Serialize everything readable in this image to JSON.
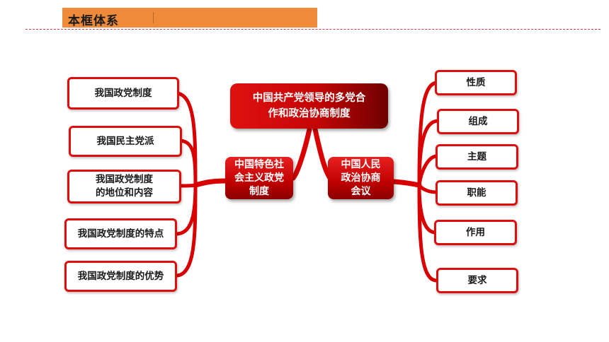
{
  "header": {
    "title": "本框体系",
    "caret": "|"
  },
  "diagram": {
    "root": {
      "line1": "中国共产党领导的多党合",
      "line2": "作和政治协商制度"
    },
    "left_hub": {
      "line1": "中国特色社",
      "line2": "会主义政党",
      "line3": "制度"
    },
    "right_hub": {
      "line1": "中国人民",
      "line2": "政治协商",
      "line3": "会议"
    },
    "left_items": [
      {
        "line1": "我国政党制度",
        "line2": ""
      },
      {
        "line1": "我国民主党派",
        "line2": ""
      },
      {
        "line1": "我国政党制度",
        "line2": "的地位和内容"
      },
      {
        "line1": "我国政党制度的特点",
        "line2": ""
      },
      {
        "line1": "我国政党制度的优势",
        "line2": ""
      }
    ],
    "right_items": [
      {
        "label": "性质"
      },
      {
        "label": "组成"
      },
      {
        "label": "主题"
      },
      {
        "label": "职能"
      },
      {
        "label": "作用"
      },
      {
        "label": "要求"
      }
    ],
    "colors": {
      "accent": "#e00d0d",
      "header": "#ee8a3a",
      "hub_dark": "#8a0000"
    }
  }
}
